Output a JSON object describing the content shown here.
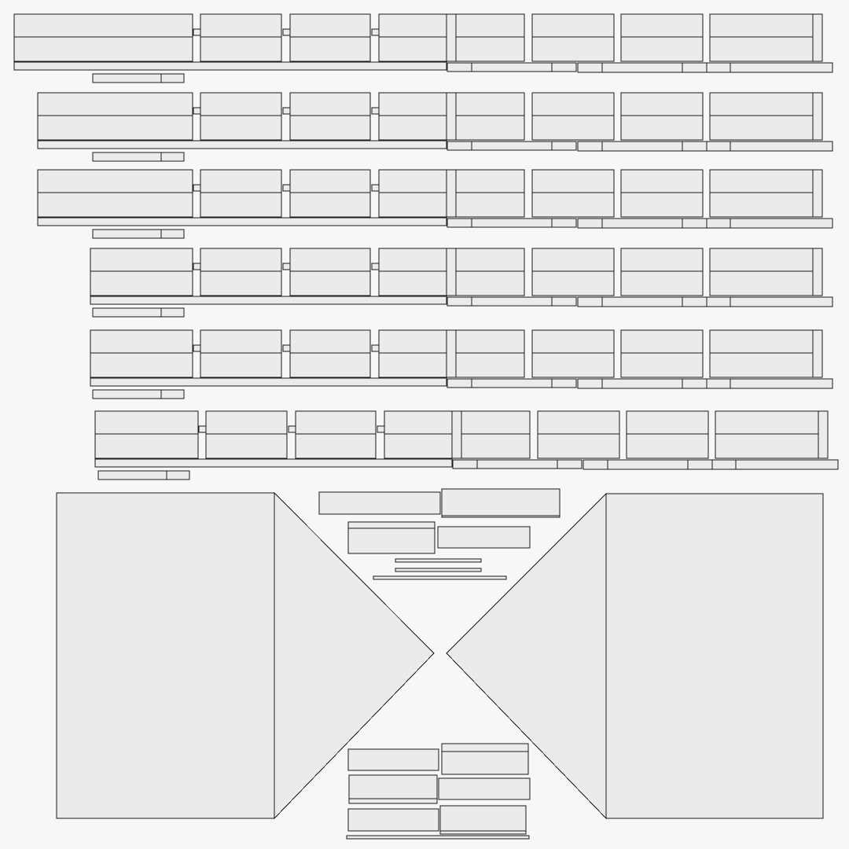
{
  "colors": {
    "background": "#f7f7f7",
    "island_fill": "#ebebeb",
    "edge_stroke": "#1a1a1a"
  },
  "uv_layout": {
    "shelf_rows": 6,
    "panels_per_shelf_row": 8,
    "large_triangle_panels": 2,
    "small_strip_groups": 2
  }
}
